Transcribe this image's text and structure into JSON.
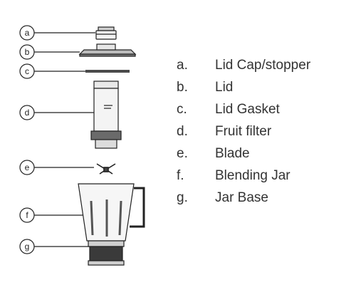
{
  "callouts": [
    "a",
    "b",
    "c",
    "d",
    "e",
    "f",
    "g"
  ],
  "legend": [
    {
      "letter": "a.",
      "text": "Lid Cap/stopper"
    },
    {
      "letter": "b.",
      "text": "Lid"
    },
    {
      "letter": "c.",
      "text": "Lid Gasket"
    },
    {
      "letter": "d.",
      "text": "Fruit filter"
    },
    {
      "letter": "e.",
      "text": "Blade"
    },
    {
      "letter": "f.",
      "text": "Blending Jar"
    },
    {
      "letter": "g.",
      "text": "Jar Base"
    }
  ],
  "colors": {
    "line": "#222222",
    "text": "#333333",
    "part_fill": "#e6e6e6",
    "part_dark": "#3a3a3a"
  }
}
